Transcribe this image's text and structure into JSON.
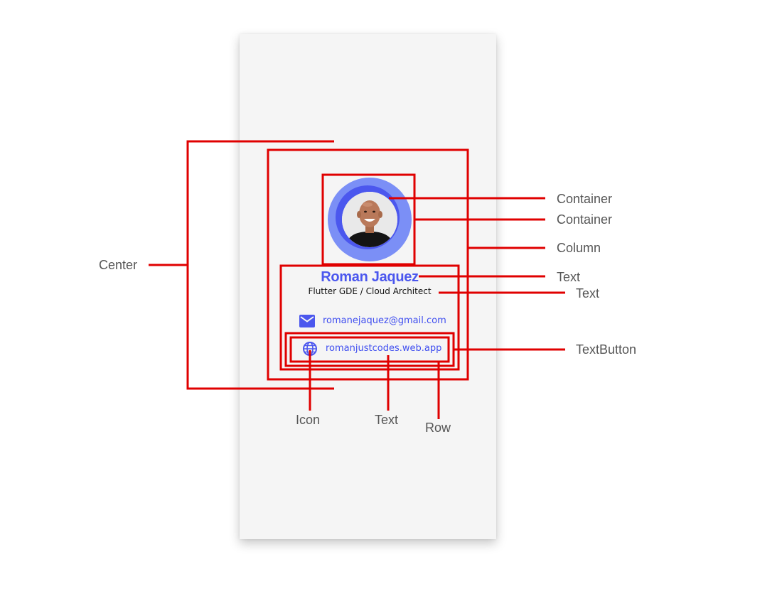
{
  "profile": {
    "name": "Roman Jaquez",
    "subtitle": "Flutter GDE / Cloud Architect",
    "email": "romanejaquez@gmail.com",
    "website": "romanjustcodes.web.app"
  },
  "icons": {
    "email": "email-icon",
    "website": "globe-icon",
    "avatar": "avatar-photo"
  },
  "colors": {
    "accent": "#4b57ee",
    "avatar_ring": "#7b8ff6",
    "annotation": "#e00000",
    "background": "#f5f5f5"
  },
  "annotations": {
    "center": "Center",
    "container_outer": "Container",
    "container_inner": "Container",
    "column": "Column",
    "text_name": "Text",
    "text_subtitle": "Text",
    "textbutton": "TextButton",
    "icon": "Icon",
    "text_link": "Text",
    "row": "Row"
  }
}
